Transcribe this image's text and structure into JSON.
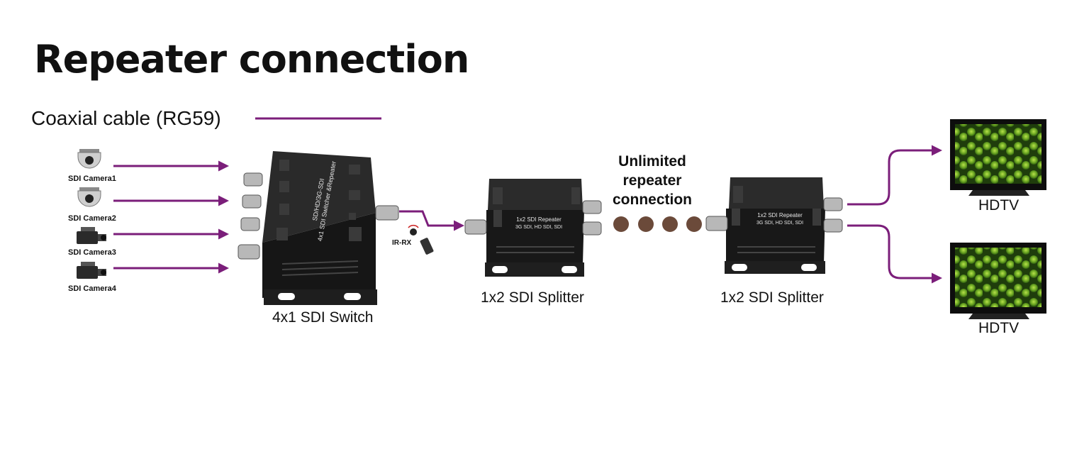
{
  "title": "Repeater connection",
  "legend": {
    "label": "Coaxial cable (RG59)",
    "line_color": "#7b1e7a"
  },
  "cameras": [
    {
      "label": "SDI Camera1",
      "icon": "dome-camera-icon"
    },
    {
      "label": "SDI Camera2",
      "icon": "dome-camera-icon"
    },
    {
      "label": "SDI Camera3",
      "icon": "camcorder-icon"
    },
    {
      "label": "SDI Camera4",
      "icon": "camcorder-icon"
    }
  ],
  "switch": {
    "label": "4x1 SDI Switch",
    "panel_text": [
      "SD/HD/3G-SDI",
      "4x1 SDI Switcher &Repeater"
    ]
  },
  "ir": {
    "label": "IR-RX"
  },
  "splitter1": {
    "label": "1x2 SDI Splitter",
    "panel_text": [
      "1x2 SDI Repeater",
      "3G SDI, HD SDI, SDI"
    ]
  },
  "repeater_note": {
    "line1": "Unlimited",
    "line2": "repeater",
    "line3": "connection"
  },
  "splitter2": {
    "label": "1x2 SDI Splitter",
    "panel_text": [
      "1x2 SDI Repeater",
      "3G SDI, HD SDI, SDI"
    ]
  },
  "displays": [
    {
      "label": "HDTV"
    },
    {
      "label": "HDTV"
    }
  ],
  "colors": {
    "cable": "#7b1e7a",
    "dot": "#6b4a3a",
    "device": "#1c1c1c",
    "screen": "#4f8a1e"
  }
}
